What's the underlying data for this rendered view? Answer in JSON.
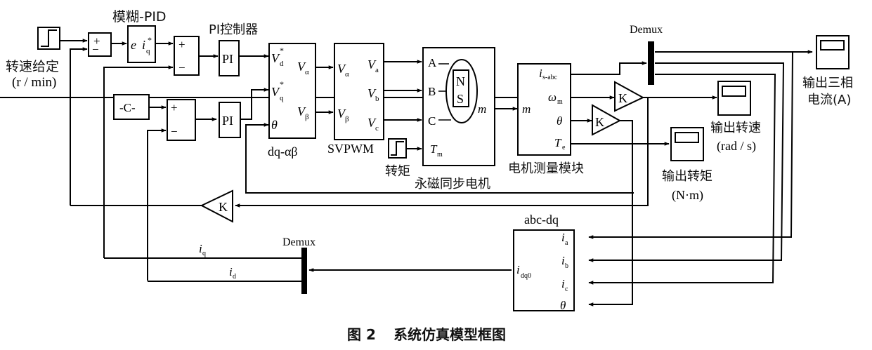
{
  "figure": {
    "caption_number": "图 2",
    "caption_text": "系统仿真模型框图"
  },
  "blocks": {
    "speed_ref": {
      "label_line1": "转速给定",
      "label_line2": "(r / min)",
      "icon": "step-icon"
    },
    "sum1": {
      "plus": "+",
      "minus": "−"
    },
    "fuzzy_pid": {
      "title": "模糊-PID",
      "in": "e",
      "out_base": "i",
      "out_sub": "q",
      "out_sup": "*"
    },
    "sum2": {
      "plus": "+",
      "minus": "−"
    },
    "pi_title": "PI控制器",
    "pi1": {
      "label": "PI"
    },
    "const": {
      "label": "-C-"
    },
    "sum3": {
      "plus": "+",
      "minus": "−"
    },
    "pi2": {
      "label": "PI"
    },
    "dq_ab": {
      "title": "dq-αβ",
      "in1_base": "V",
      "in1_sub": "d",
      "in1_sup": "*",
      "in2_base": "V",
      "in2_sub": "q",
      "in2_sup": "*",
      "in3": "θ",
      "out1_base": "V",
      "out1_sub": "α",
      "out2_base": "V",
      "out2_sub": "β"
    },
    "svpwm": {
      "title": "SVPWM",
      "in1_base": "V",
      "in1_sub": "α",
      "in2_base": "V",
      "in2_sub": "β",
      "out1_base": "V",
      "out1_sub": "a",
      "out2_base": "V",
      "out2_sub": "b",
      "out3_base": "V",
      "out3_sub": "c"
    },
    "torque_step": {
      "label": "转矩",
      "icon": "step-icon"
    },
    "pmsm": {
      "title": "永磁同步电机",
      "in_a": "A",
      "in_b": "B",
      "in_c": "C",
      "in_tm_base": "T",
      "in_tm_sub": "m",
      "magnet_n": "N",
      "magnet_s": "S",
      "out": "m"
    },
    "measure": {
      "title": "电机测量模块",
      "in": "m",
      "out1_base": "i",
      "out1_sub": "s-abc",
      "out2_base": "ω",
      "out2_sub": "m",
      "out3": "θ",
      "out4_base": "T",
      "out4_sub": "e"
    },
    "gain_speed": {
      "label": "K"
    },
    "gain_theta": {
      "label": "K"
    },
    "gain_feedback": {
      "label": "K"
    },
    "demux_top": {
      "label": "Demux"
    },
    "scope_current": {
      "label_line1": "输出三相",
      "label_line2": "电流(A)",
      "icon": "scope-icon"
    },
    "scope_speed": {
      "label_line1": "输出转速",
      "label_line2": "(rad / s)",
      "icon": "scope-icon"
    },
    "scope_torque": {
      "label_line1": "输出转矩",
      "label_line2": "(N·m)",
      "icon": "scope-icon"
    },
    "abc_dq": {
      "title": "abc-dq",
      "in1_base": "i",
      "in1_sub": "a",
      "in2_base": "i",
      "in2_sub": "b",
      "in3_base": "i",
      "in3_sub": "c",
      "in4": "θ",
      "out_base": "i",
      "out_sub": "dq0"
    },
    "demux_bottom": {
      "label": "Demux"
    },
    "signal_iq": {
      "base": "i",
      "sub": "q"
    },
    "signal_id": {
      "base": "i",
      "sub": "d"
    }
  }
}
